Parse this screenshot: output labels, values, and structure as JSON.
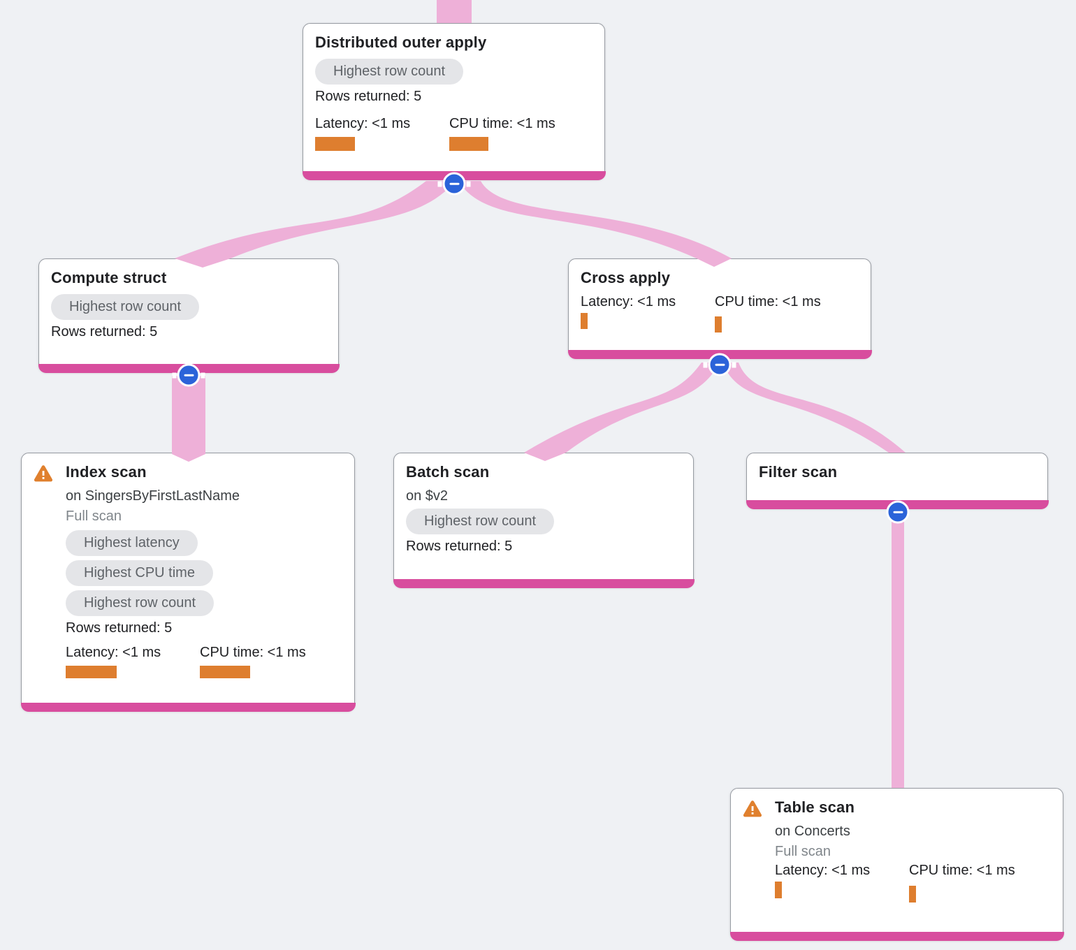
{
  "colors": {
    "canvas_bg": "#eff1f4",
    "node_accent_pink": "#d84d9e",
    "link_pink": "#eeb0d8",
    "metric_orange": "#de7e2f",
    "collapse_blue": "#2b63d9",
    "badge_bg": "#e4e5e8",
    "warning_orange": "#e0802e"
  },
  "nodes": {
    "distributed_outer_apply": {
      "title": "Distributed outer apply",
      "badge": "Highest row count",
      "rows": "Rows returned: 5",
      "latency_label": "Latency: <1 ms",
      "cpu_label": "CPU time: <1 ms"
    },
    "compute_struct": {
      "title": "Compute struct",
      "badge": "Highest row count",
      "rows": "Rows returned: 5"
    },
    "cross_apply": {
      "title": "Cross apply",
      "latency_label": "Latency: <1 ms",
      "cpu_label": "CPU time: <1 ms"
    },
    "index_scan": {
      "title": "Index scan",
      "subtitle": "on SingersByFirstLastName",
      "scan_type": "Full scan",
      "badges": [
        "Highest latency",
        "Highest CPU time",
        "Highest row count"
      ],
      "rows": "Rows returned: 5",
      "latency_label": "Latency: <1 ms",
      "cpu_label": "CPU time: <1 ms"
    },
    "batch_scan": {
      "title": "Batch scan",
      "subtitle": "on $v2",
      "badge": "Highest row count",
      "rows": "Rows returned: 5"
    },
    "filter_scan": {
      "title": "Filter scan"
    },
    "table_scan": {
      "title": "Table scan",
      "subtitle": "on Concerts",
      "scan_type": "Full scan",
      "latency_label": "Latency: <1 ms",
      "cpu_label": "CPU time: <1 ms"
    }
  }
}
